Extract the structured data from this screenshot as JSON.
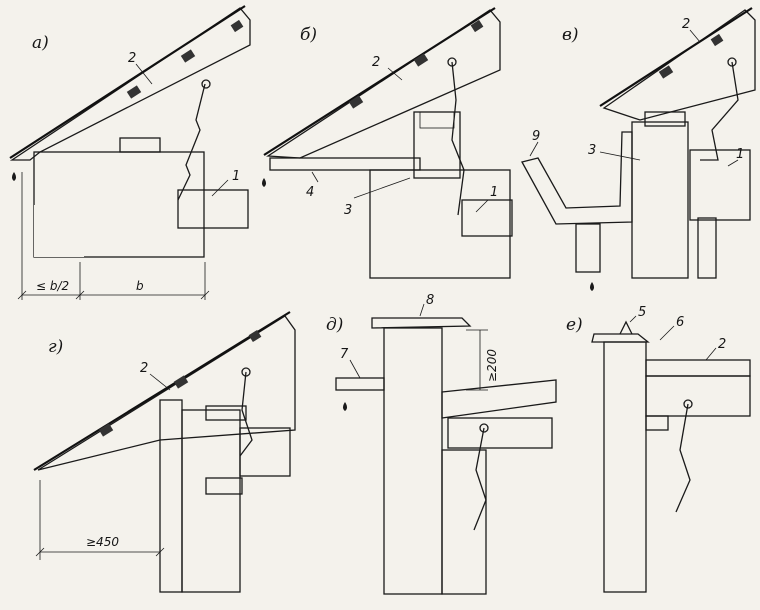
{
  "panels": [
    {
      "id": "a",
      "label": "а)"
    },
    {
      "id": "b",
      "label": "б)"
    },
    {
      "id": "v",
      "label": "в)"
    },
    {
      "id": "g",
      "label": "г)"
    },
    {
      "id": "d",
      "label": "д)"
    },
    {
      "id": "e",
      "label": "е)"
    }
  ],
  "callouts": {
    "a_2": "2",
    "a_1": "1",
    "b_2": "2",
    "b_4": "4",
    "b_3": "3",
    "b_1": "1",
    "v_2": "2",
    "v_9": "9",
    "v_3": "3",
    "v_1": "1",
    "g_2": "2",
    "d_8": "8",
    "d_7": "7",
    "e_5": "5",
    "e_6": "6",
    "e_2": "2"
  },
  "dimensions": {
    "a_left": "≤ b/2",
    "a_right": "b",
    "g_offset": "≥450",
    "d_height": "≥200"
  },
  "colors": {
    "ink": "#1a1a1a",
    "paper": "#f4f2ec",
    "hatch": "#555555"
  }
}
